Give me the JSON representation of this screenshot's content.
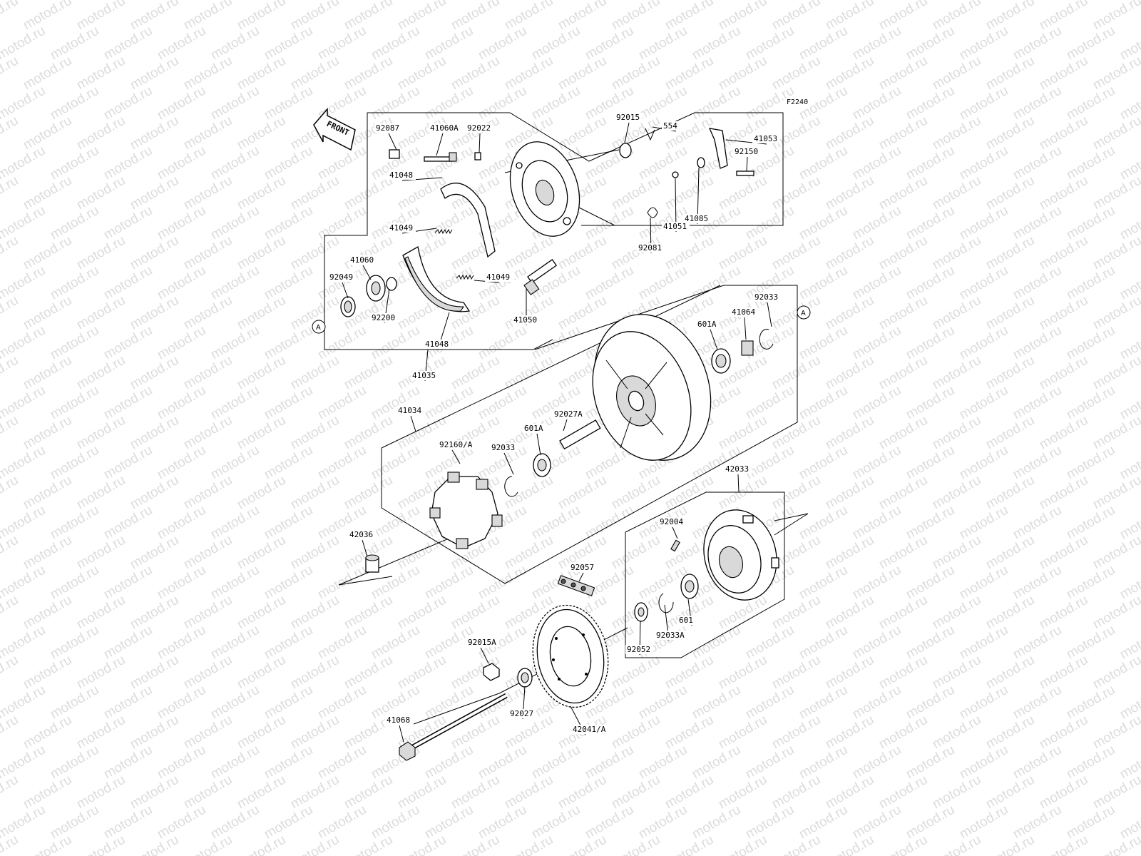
{
  "watermark": "motod.ru",
  "figure_code": "F2240",
  "front_marker": "FRONT",
  "reference_marks": [
    "A",
    "A"
  ],
  "parts": [
    "92087",
    "41060A",
    "92022",
    "92015",
    "554",
    "41053",
    "92150",
    "41048",
    "41049",
    "41085",
    "41051",
    "92081",
    "41060",
    "92049",
    "41049",
    "41050",
    "92200",
    "41048",
    "41035",
    "92033",
    "41064",
    "601A",
    "41034",
    "92027A",
    "601A",
    "92160/A",
    "92033",
    "42033",
    "92004",
    "42036",
    "92057",
    "601",
    "92033A",
    "92052",
    "92015A",
    "92027",
    "42041/A",
    "41068"
  ]
}
